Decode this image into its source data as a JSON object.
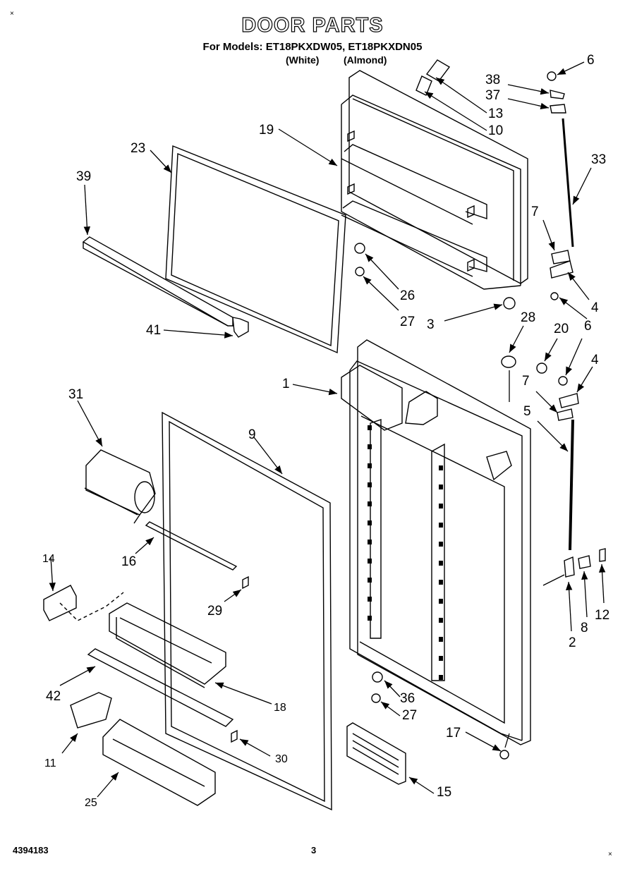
{
  "header": {
    "title": "DOOR PARTS",
    "models_line": "For Models: ET18PKXDW05, ET18PKXDN05",
    "color_white": "(White)",
    "color_almond": "(Almond)"
  },
  "footer": {
    "doc_number": "4394183",
    "page_number": "3"
  },
  "corner_marks": {
    "top_left": "×",
    "bottom_right": "×"
  },
  "callouts": [
    "1",
    "2",
    "3",
    "4",
    "5",
    "6",
    "7",
    "8",
    "9",
    "10",
    "11",
    "12",
    "13",
    "14",
    "15",
    "16",
    "17",
    "18",
    "19",
    "20",
    "23",
    "25",
    "26",
    "27",
    "28",
    "29",
    "30",
    "31",
    "33",
    "36",
    "37",
    "38",
    "39",
    "41",
    "42"
  ]
}
